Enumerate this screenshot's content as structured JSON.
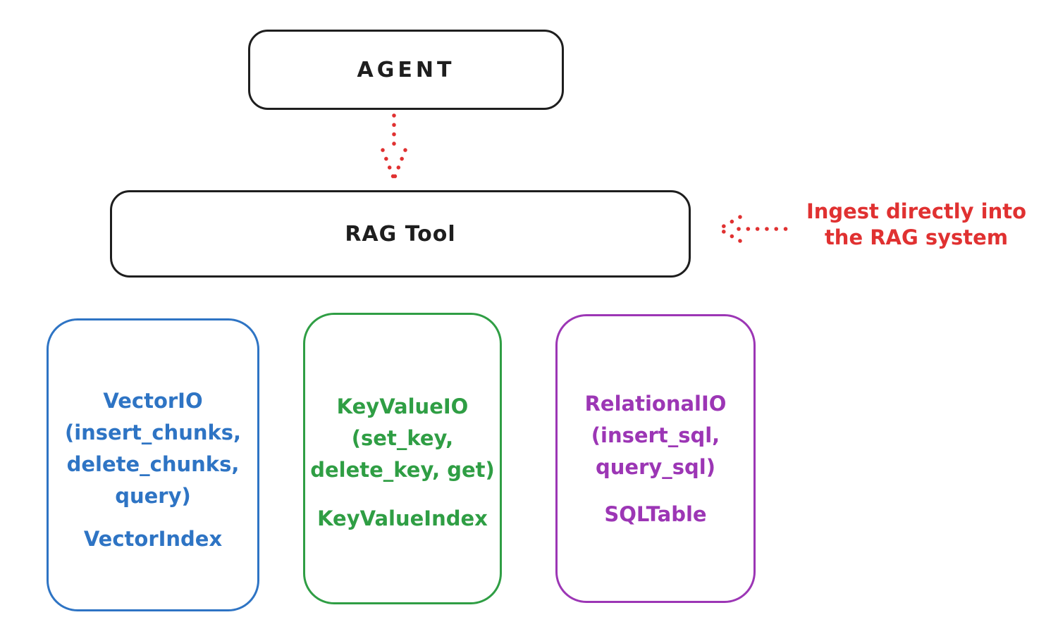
{
  "colors": {
    "ink": "#1e1e1e",
    "red": "#e03131",
    "blue": "#2e74c4",
    "green": "#2f9e44",
    "purple": "#9c36b5",
    "background": "#ffffff"
  },
  "nodes": {
    "agent": {
      "label": "AGENT"
    },
    "rag_tool": {
      "label": "RAG Tool"
    }
  },
  "annotation": {
    "line1": "Ingest directly into",
    "line2": "the RAG system"
  },
  "arrows": [
    {
      "name": "agent-to-rag-tool",
      "style": "dotted",
      "color": "#e03131",
      "direction": "down"
    },
    {
      "name": "annotation-to-rag-tool",
      "style": "dotted",
      "color": "#e03131",
      "direction": "left"
    }
  ],
  "backends": [
    {
      "id": "vector-io",
      "color": "#2e74c4",
      "method_lines": [
        "VectorIO",
        "(insert_chunks,",
        "delete_chunks,",
        "query)"
      ],
      "index_label": "VectorIndex"
    },
    {
      "id": "keyvalue-io",
      "color": "#2f9e44",
      "method_lines": [
        "KeyValueIO",
        "(set_key,",
        "delete_key, get)"
      ],
      "index_label": "KeyValueIndex"
    },
    {
      "id": "relational-io",
      "color": "#9c36b5",
      "method_lines": [
        "RelationalIO",
        "(insert_sql,",
        "query_sql)"
      ],
      "index_label": "SQLTable"
    }
  ]
}
